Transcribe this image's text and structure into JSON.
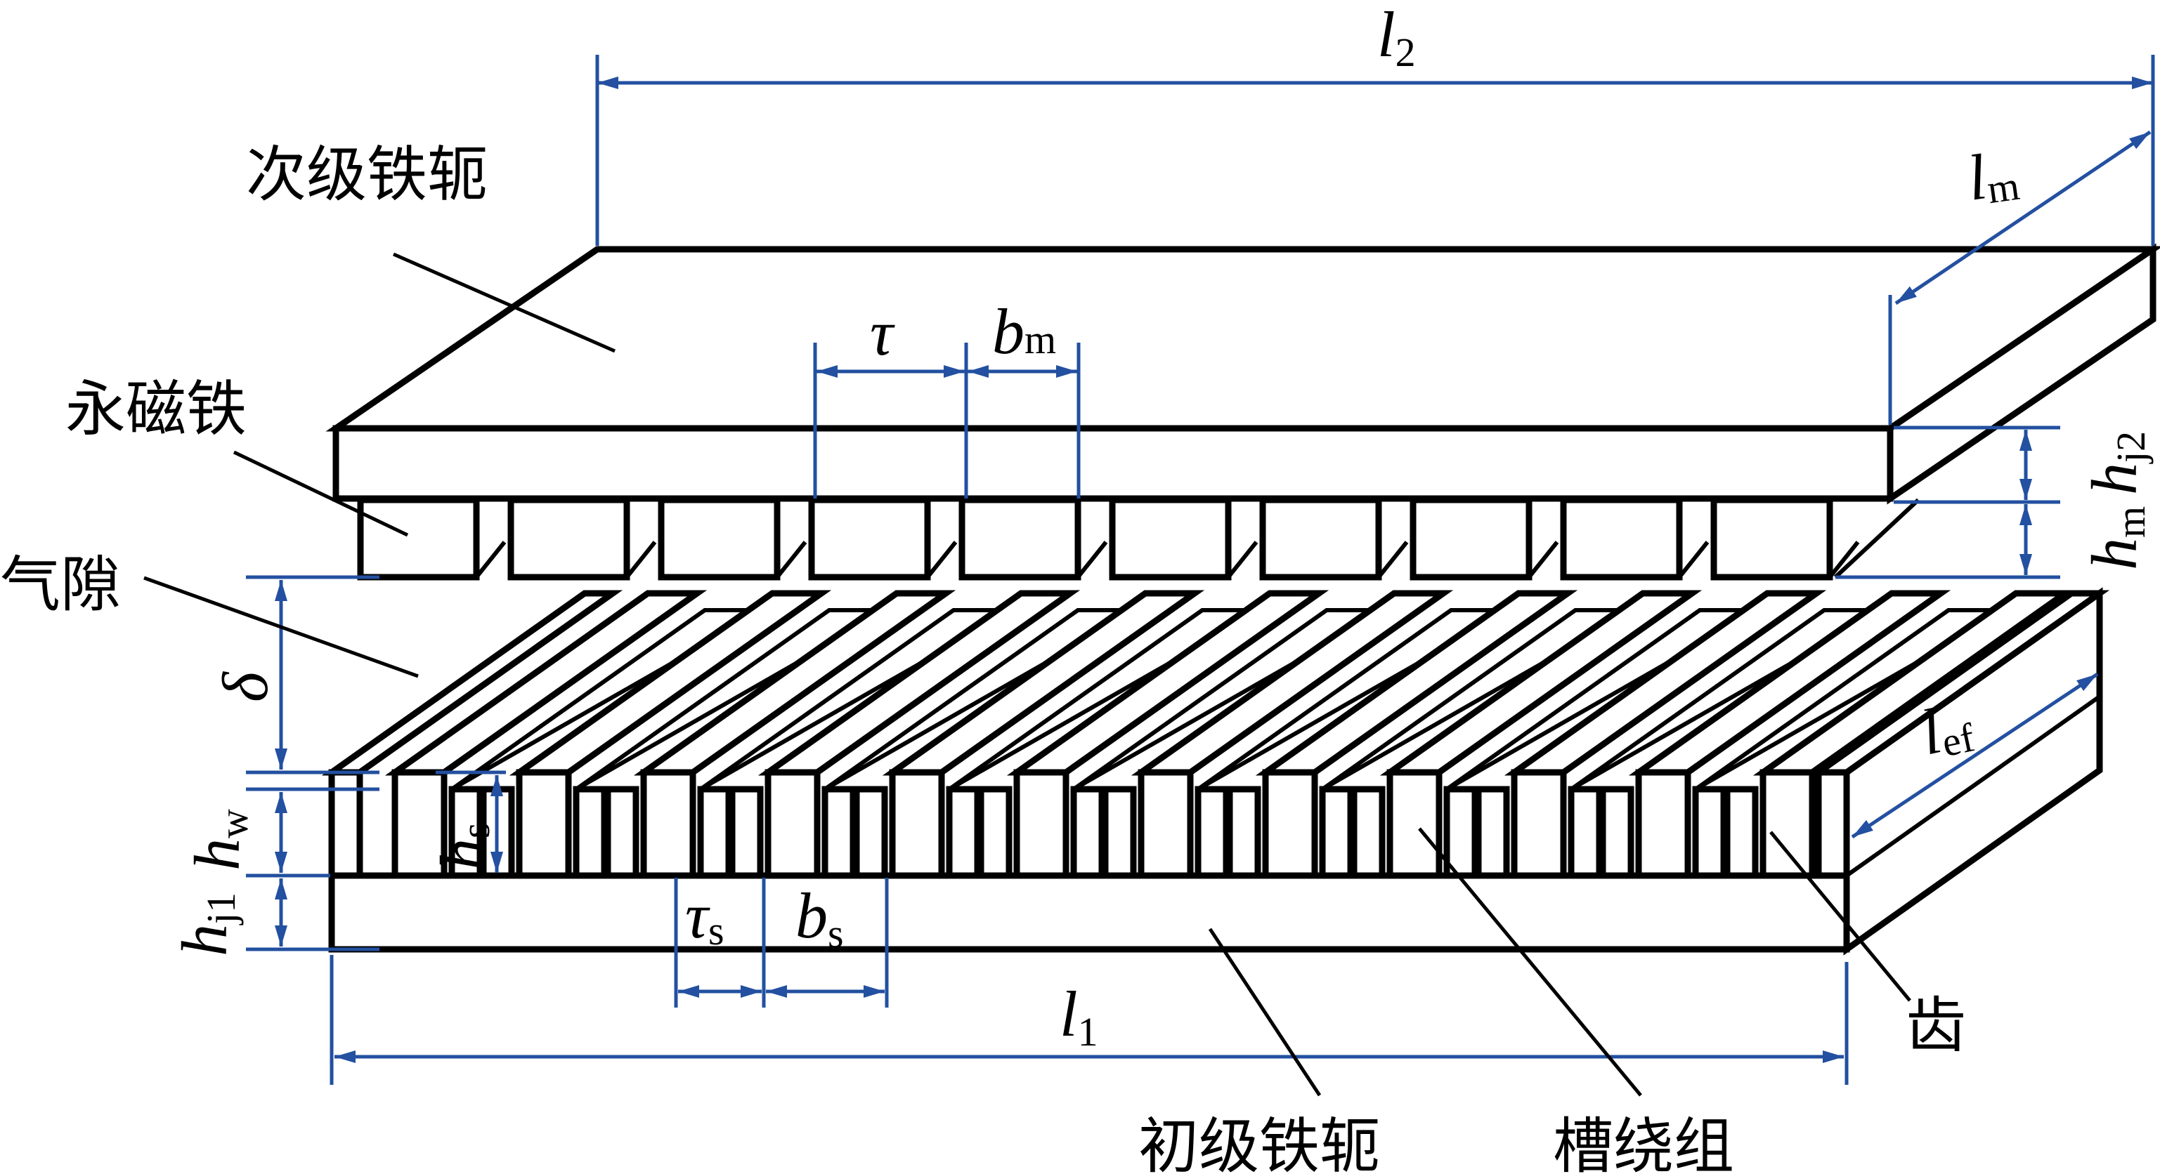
{
  "figure": {
    "type": "linear-motor-structure-diagram",
    "line_color": "#000000",
    "dimension_color": "#2350a0",
    "background": "#ffffff"
  },
  "component_labels": {
    "secondary_yoke": "次级铁轭",
    "permanent_magnet": "永磁铁",
    "air_gap": "气隙",
    "primary_yoke": "初级铁轭",
    "slot_winding": "槽绕组",
    "tooth": "齿"
  },
  "dimensions": {
    "l2": {
      "symbol": "l",
      "subscript": "2"
    },
    "lm": {
      "symbol": "l",
      "subscript": "m"
    },
    "tau": {
      "symbol": "τ",
      "subscript": ""
    },
    "bm": {
      "symbol": "b",
      "subscript": "m"
    },
    "hj2": {
      "symbol": "h",
      "subscript": "j2"
    },
    "hm": {
      "symbol": "h",
      "subscript": "m"
    },
    "delta": {
      "symbol": "δ",
      "subscript": ""
    },
    "hw": {
      "symbol": "h",
      "subscript": "w"
    },
    "hs": {
      "symbol": "h",
      "subscript": "s"
    },
    "hj1": {
      "symbol": "h",
      "subscript": "j1"
    },
    "taus": {
      "symbol": "τ",
      "subscript": "s"
    },
    "bs": {
      "symbol": "b",
      "subscript": "s"
    },
    "l1": {
      "symbol": "l",
      "subscript": "1"
    },
    "lef": {
      "symbol": "l",
      "subscript": "ef"
    }
  },
  "counts": {
    "magnets": 10,
    "primary_teeth": 12
  }
}
